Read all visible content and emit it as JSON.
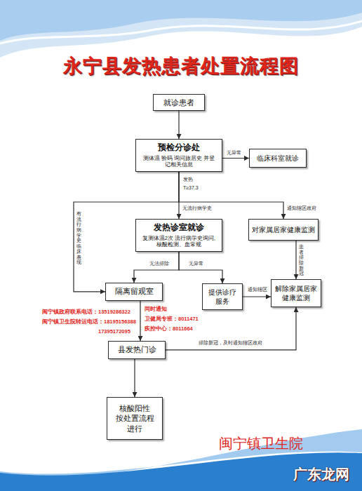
{
  "diagram": {
    "title": "永宁县发热患者处置流程图",
    "nodes": [
      {
        "text": [
          "就诊患者"
        ]
      },
      {
        "text": [
          "预检分诊处",
          "测体温 验码 询问旅居史 并登记相关信息"
        ]
      },
      {
        "text": [
          "临床科室就诊"
        ]
      },
      {
        "text": [
          "发热诊室就诊",
          "复测体温2次 流行病学史询问, 核酸检测、血常规"
        ]
      },
      {
        "text": [
          "对家属居家健康监测"
        ]
      },
      {
        "text": [
          "隔离留观室"
        ]
      },
      {
        "text": [
          "提供诊疗服务"
        ]
      },
      {
        "text": [
          "解除家属居家健康监测"
        ]
      },
      {
        "text": [
          "县发热门诊"
        ]
      },
      {
        "text": [
          "核酸阳性 按处置流程 进行"
        ]
      }
    ],
    "edges": [
      {
        "from": 0,
        "to": 1,
        "arrow": "to"
      },
      {
        "from": 1,
        "to": 2,
        "arrow": "to",
        "label": "无异常"
      },
      {
        "from": 1,
        "to": 3,
        "arrow": "to",
        "label": "无流行病学史"
      },
      {
        "from": 1,
        "to": 4,
        "arrow": "to",
        "label": "通知辖区政府"
      },
      {
        "from": 1,
        "to": 5,
        "arrow": "to",
        "label": "有流行病学史 临床表现"
      },
      {
        "from": 3,
        "to": 5,
        "arrow": "to",
        "label": "无法排除"
      },
      {
        "from": 3,
        "to": 6,
        "arrow": "to",
        "label": "无异常"
      },
      {
        "from": 4,
        "to": 7,
        "arrow": "to",
        "label": "患者排除新冠"
      },
      {
        "from": 6,
        "to": 7,
        "arrow": "to",
        "label": "通知辖区"
      },
      {
        "from": 5,
        "to": 8,
        "arrow": "to"
      },
      {
        "from": 8,
        "to": 7,
        "arrow": "to",
        "label": "排除新冠，及时通知辖区政府"
      },
      {
        "from": 8,
        "to": 9,
        "arrow": "to"
      }
    ],
    "labels": [
      "发热",
      "T≥37.3",
      "闽宁镇政府联系电话：13519286322",
      "闽宁镇卫生院转运电话：18195156388",
      "17395172095",
      "同时通知",
      "卫健局专班：8011471",
      "疾控中心：8011664",
      "闽宁镇卫生院",
      "广东龙网"
    ]
  }
}
